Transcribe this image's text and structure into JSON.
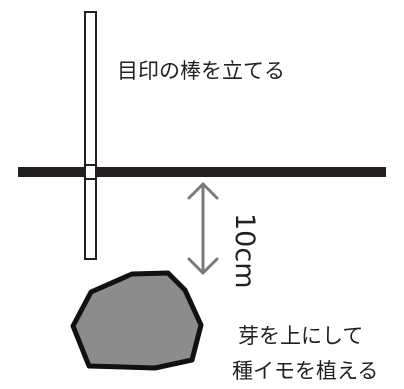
{
  "labels": {
    "marker_stick": "目印の棒を立てる",
    "depth": "10cm",
    "instruction_line1": "芽を上にして",
    "instruction_line2": "種イモを植える"
  },
  "colors": {
    "ground_line": "#231f20",
    "stick_fill": "#ffffff",
    "stick_outline": "#231f20",
    "arrow": "#7a7a7a",
    "seed_potato_fill": "#8c8c8c",
    "seed_potato_outline": "#111111",
    "text": "#231f20"
  },
  "icons": {
    "arrow": "double-headed-vertical-arrow"
  }
}
